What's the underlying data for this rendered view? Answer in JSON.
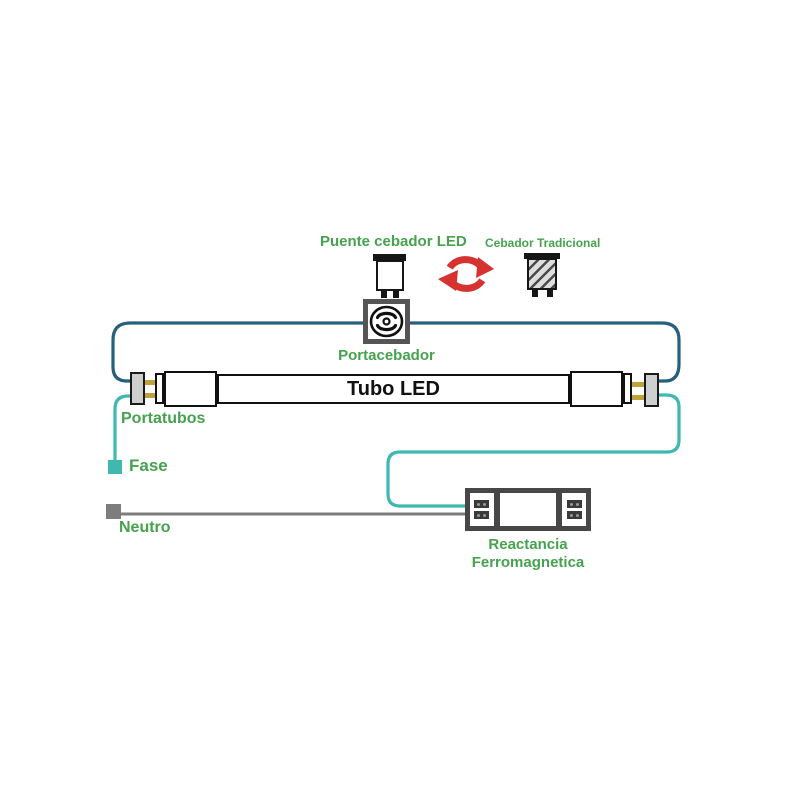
{
  "diagram": {
    "title_context": "LED tube wiring diagram (tube + starter bridge replacing traditional starter, ferromagnetic ballast)",
    "labels": {
      "puente_cebador_led": "Puente cebador LED",
      "cebador_tradicional": "Cebador Tradicional",
      "portacebador": "Portacebador",
      "tubo_led": "Tubo LED",
      "portatubos": "Portatubos",
      "fase": "Fase",
      "neutro": "Neutro",
      "reactancia_line1": "Reactancia",
      "reactancia_line2": "Ferromagnetica"
    },
    "colors": {
      "label_green": "#46a24e",
      "wire_blue": "#26607c",
      "wire_teal": "#3fb8b2",
      "wire_neutral_gray": "#7d7d7d",
      "swap_arrows_red": "#d63230",
      "pin_gold": "#bfa23a",
      "holder_gray": "#cfcfcf",
      "component_dark_gray": "#474747",
      "outline_black": "#111111",
      "background": "#ffffff"
    },
    "icons": [
      {
        "name": "led-starter-icon",
        "meaning": "LED starter bridge cylinder"
      },
      {
        "name": "swap-arrows-icon",
        "meaning": "replace / swap circular red arrows"
      },
      {
        "name": "traditional-starter-icon",
        "meaning": "traditional glow starter cylinder (striped)"
      },
      {
        "name": "starter-socket-icon",
        "meaning": "starter holder socket symbol"
      }
    ]
  }
}
